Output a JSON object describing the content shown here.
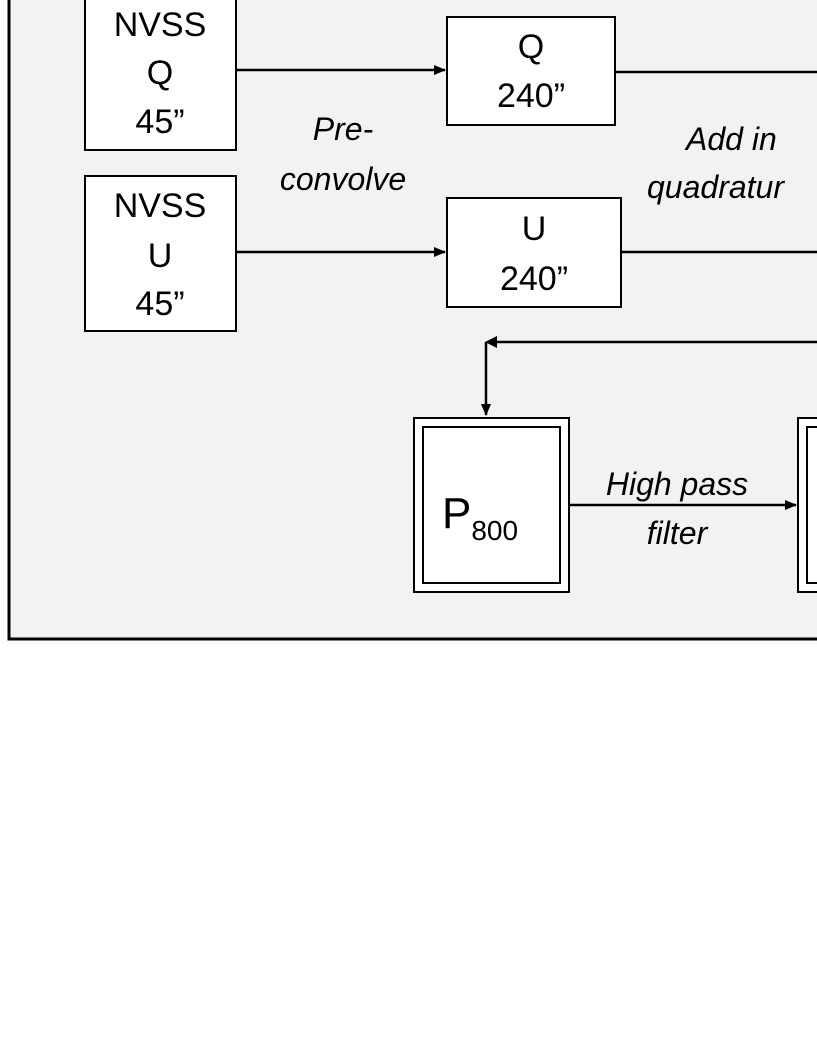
{
  "diagram": {
    "nvss_q": {
      "line1": "NVSS",
      "line2": "Q",
      "line3": "45”"
    },
    "nvss_u": {
      "line1": "NVSS",
      "line2": "U",
      "line3": "45”"
    },
    "q240": {
      "line1": "Q",
      "line2": "240”"
    },
    "u240": {
      "line1": "U",
      "line2": "240”"
    },
    "preconvolve": {
      "line1": "Pre-",
      "line2": "convolve"
    },
    "add_quadrature": {
      "line1": "Add in",
      "line2": "quadratur"
    },
    "p800": {
      "main": "P",
      "sub": "800"
    },
    "highpass": {
      "line1": "High pass",
      "line2": "filter"
    }
  },
  "colors": {
    "panel_background": "#f2f2f2",
    "box_background": "#ffffff",
    "stroke": "#000000"
  }
}
